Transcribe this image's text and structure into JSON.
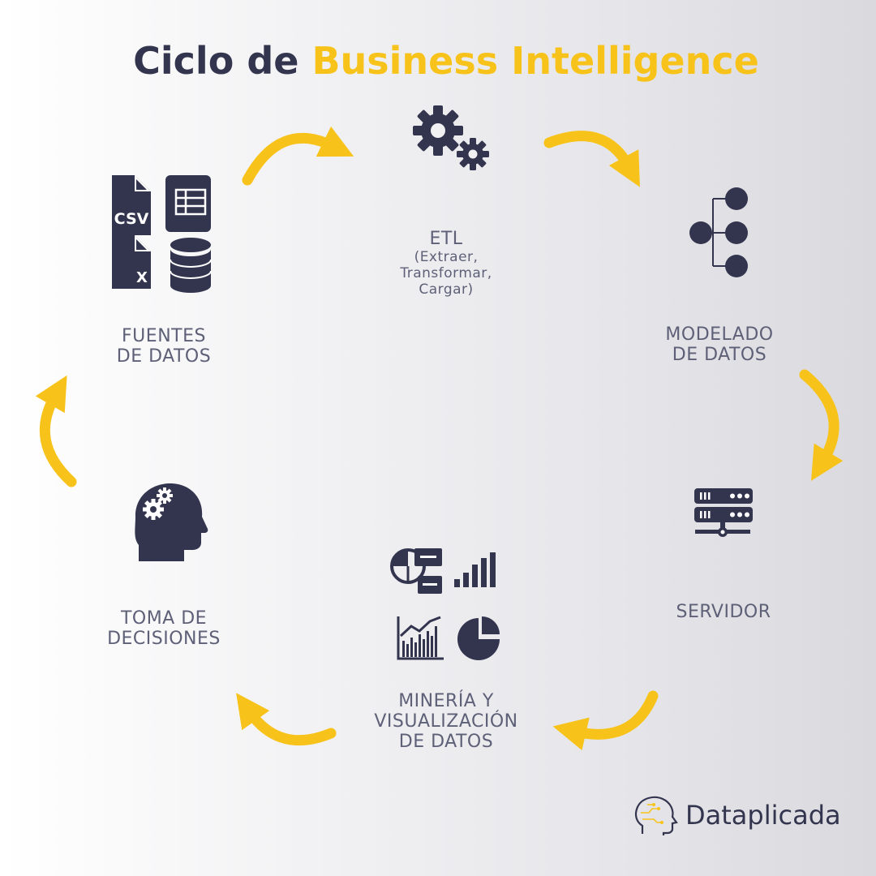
{
  "title": {
    "part1": "Ciclo de",
    "part2": "Business Intelligence"
  },
  "colors": {
    "dark": "#33354f",
    "accent": "#f7c31a",
    "label": "#5e6078"
  },
  "stages": {
    "fuentes": {
      "line1": "FUENTES",
      "line2": "DE DATOS",
      "icon": "data-sources-icons"
    },
    "etl": {
      "title": "ETL",
      "sub1": "(Extraer,",
      "sub2": "Transformar,",
      "sub3": "Cargar)",
      "icon": "gears-icon"
    },
    "modelado": {
      "line1": "MODELADO",
      "line2": "DE DATOS",
      "icon": "hierarchy-icon"
    },
    "servidor": {
      "line1": "SERVIDOR",
      "icon": "server-icon"
    },
    "mineria": {
      "line1": "MINERÍA Y",
      "line2": "VISUALIZACIÓN",
      "line3": "DE DATOS",
      "icon": "charts-icons"
    },
    "toma": {
      "line1": "TOMA DE",
      "line2": "DECISIONES",
      "icon": "head-gears-icon"
    }
  },
  "icon_text": {
    "csv": "CSV",
    "excel": "X"
  },
  "brand": {
    "name": "Dataplicada"
  }
}
